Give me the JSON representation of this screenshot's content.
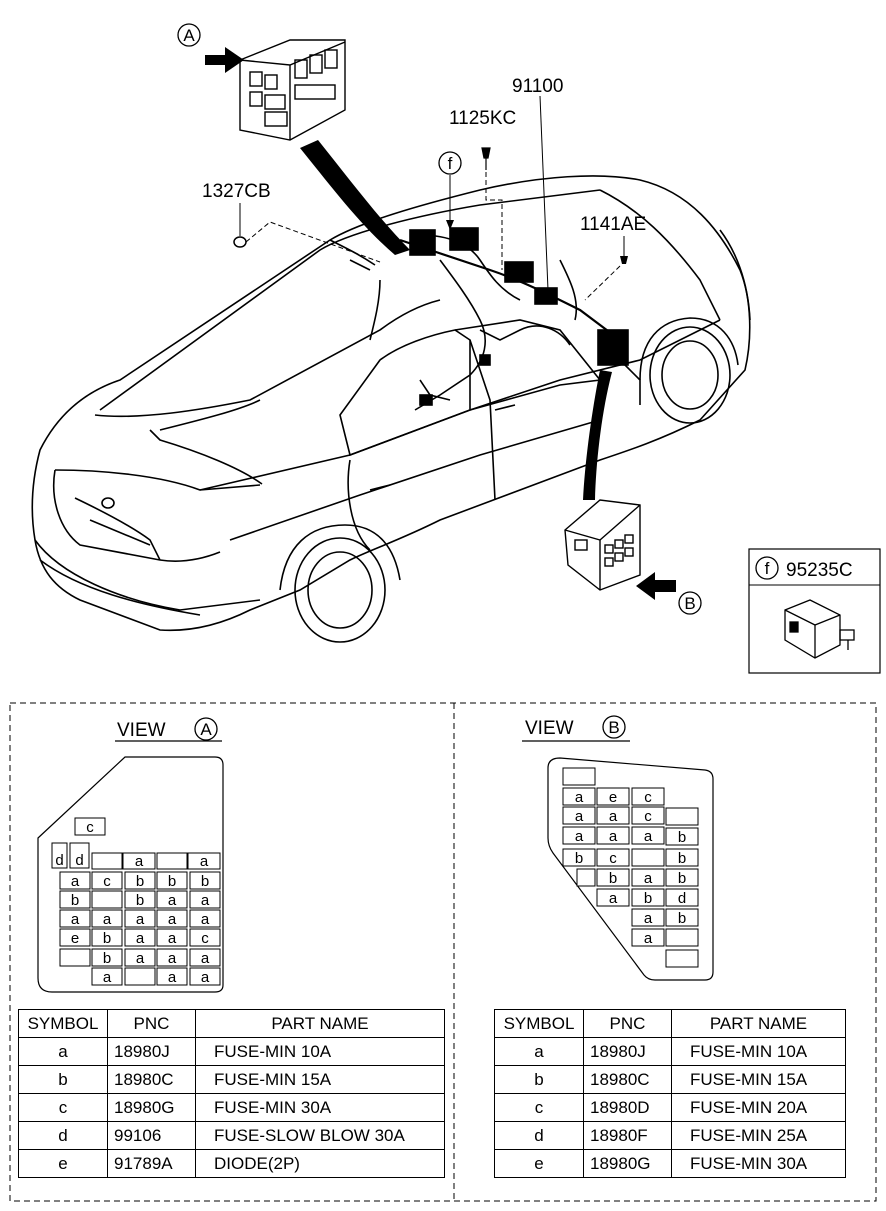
{
  "callouts": {
    "view_a_marker": "A",
    "view_b_marker": "B",
    "harness": "91100",
    "bolt_1125": "1125KC",
    "relay_marker": "f",
    "bolt_1327": "1327CB",
    "bolt_1141": "1141AE"
  },
  "relay_box": {
    "marker": "f",
    "part": "95235C"
  },
  "view_a": {
    "title": "VIEW",
    "marker": "A",
    "fuses": [
      "c",
      "d",
      "d",
      "a",
      "a",
      "a",
      "c",
      "b",
      "b",
      "b",
      "b",
      "b",
      "a",
      "a",
      "a",
      "a",
      "a",
      "a",
      "a",
      "e",
      "b",
      "a",
      "a",
      "c",
      "b",
      "a",
      "a",
      "a",
      "a",
      "a",
      "a"
    ],
    "table": {
      "headers": [
        "SYMBOL",
        "PNC",
        "PART NAME"
      ],
      "rows": [
        [
          "a",
          "18980J",
          "FUSE-MIN 10A"
        ],
        [
          "b",
          "18980C",
          "FUSE-MIN 15A"
        ],
        [
          "c",
          "18980G",
          "FUSE-MIN 30A"
        ],
        [
          "d",
          "99106",
          "FUSE-SLOW BLOW 30A"
        ],
        [
          "e",
          "91789A",
          "DIODE(2P)"
        ]
      ]
    }
  },
  "view_b": {
    "title": "VIEW",
    "marker": "B",
    "fuses": [
      "a",
      "e",
      "c",
      "a",
      "a",
      "c",
      "a",
      "a",
      "a",
      "b",
      "b",
      "c",
      "b",
      "b",
      "a",
      "b",
      "a",
      "b",
      "d",
      "a",
      "b",
      "a"
    ],
    "table": {
      "headers": [
        "SYMBOL",
        "PNC",
        "PART NAME"
      ],
      "rows": [
        [
          "a",
          "18980J",
          "FUSE-MIN 10A"
        ],
        [
          "b",
          "18980C",
          "FUSE-MIN 15A"
        ],
        [
          "c",
          "18980D",
          "FUSE-MIN 20A"
        ],
        [
          "d",
          "18980F",
          "FUSE-MIN 25A"
        ],
        [
          "e",
          "18980G",
          "FUSE-MIN 30A"
        ]
      ]
    }
  }
}
